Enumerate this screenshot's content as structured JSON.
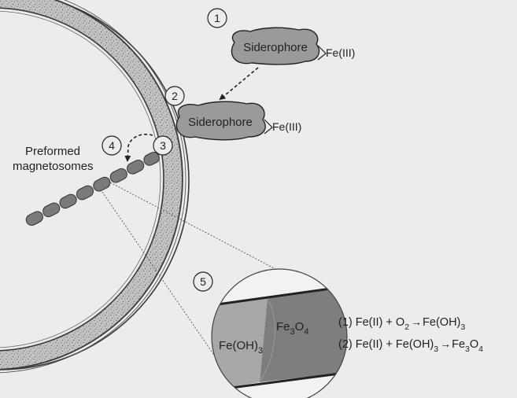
{
  "steps": {
    "s1": "1",
    "s2": "2",
    "s3": "3",
    "s4": "4",
    "s5": "5"
  },
  "siderophore": {
    "label": "Siderophore",
    "iron": "Fe(III)"
  },
  "magnetosomes": {
    "line1": "Preformed",
    "line2": "magnetosomes"
  },
  "inset": {
    "left_species": {
      "base": "Fe(OH)",
      "sub": "3"
    },
    "right_species": {
      "base": "Fe",
      "sub1": "3",
      "mid": "O",
      "sub2": "4"
    }
  },
  "reactions": {
    "r1": {
      "prefix": "(1) Fe(II) + O",
      "sub1": "2",
      "arrow": "→",
      "product": "Fe(OH)",
      "sub2": "3"
    },
    "r2": {
      "prefix": "(2) Fe(II) + Fe(OH)",
      "sub1": "3",
      "arrow": "→",
      "product1": "Fe",
      "sub2": "3",
      "product2": "O",
      "sub3": "4"
    }
  },
  "colors": {
    "background": "#ececec",
    "siderophore_fill": "#9a9a9a",
    "membrane_fill": "#bdbdbd",
    "magnetosome_fill": "#7a7a7a",
    "fe_oh3_fill": "#a8a8a8",
    "fe3o4_fill": "#7e7e7e",
    "ink": "#222222"
  }
}
